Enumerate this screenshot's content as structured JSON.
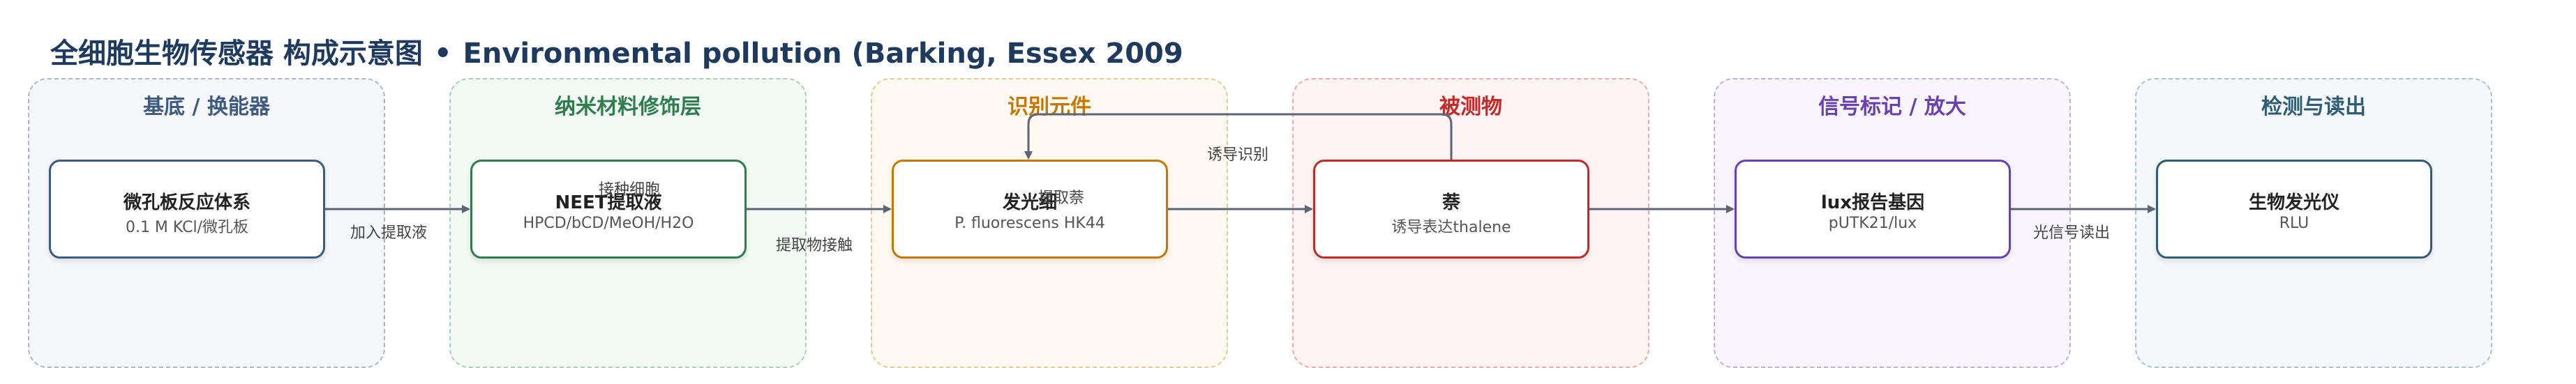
{
  "title": {
    "main": "全细胞生物传感器 构成示意图",
    "separator": "•",
    "sub": "Environmental pollution (Barking, Essex 2009"
  },
  "groups": [
    {
      "label": "基底 / 换能器",
      "color": "#3d5a80",
      "bg": "#f5f7fb",
      "border": "#aab6cc"
    },
    {
      "label": "纳米材料修饰层",
      "color": "#2e7d4f",
      "bg": "#f3f9f4",
      "border": "#a9cfb4"
    },
    {
      "label": "识别元件",
      "color": "#c77700",
      "bg": "#fffaf1",
      "border": "#ecc98e"
    },
    {
      "label": "被测物",
      "color": "#c62828",
      "bg": "#fff4f4",
      "border": "#efabab"
    },
    {
      "label": "信号标记 / 放大",
      "color": "#6a3fb0",
      "bg": "#f8f5fd",
      "border": "#c2afe2"
    },
    {
      "label": "检测与读出",
      "color": "#2f5d73",
      "bg": "#f4f8fa",
      "border": "#a8c2cf"
    }
  ],
  "nodes": [
    {
      "title": "微孔板反应体系",
      "sub": "0.1 M KCl/微孔板",
      "border": "#3d5a80"
    },
    {
      "title": "NEET提取液",
      "sub": "HPCD/bCD/MeOH/H2O",
      "border": "#2e7d4f"
    },
    {
      "title": "发光细",
      "sub": "P. fluorescens HK44",
      "border": "#c77700"
    },
    {
      "title": "萘",
      "sub": "诱导表达thalene",
      "border": "#c62828"
    },
    {
      "title": "lux报告基因",
      "sub": "pUTK21/lux",
      "border": "#6a3fb0"
    },
    {
      "title": "生物发光仪",
      "sub": "RLU",
      "border": "#2f5d73"
    }
  ],
  "edges": {
    "e1": "加入提取液",
    "e2a": "接种细胞",
    "e2b": "提取物接触",
    "e3": "提取萘",
    "e4": "诱导识别",
    "e5": "光信号读出"
  },
  "colors": {
    "edge": "#5a6577"
  }
}
